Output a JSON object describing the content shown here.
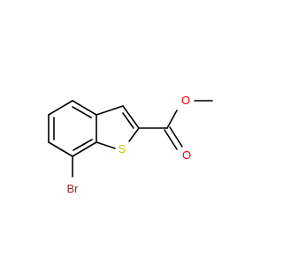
{
  "molecule": {
    "atoms": {
      "sulfur": "S",
      "bromine": "Br",
      "carbonyl_oxygen": "O",
      "ester_oxygen": "O"
    },
    "colors": {
      "bond": "#000000",
      "sulfur": "#c6c600",
      "bromine": "#a52a2a",
      "oxygen": "#ff0000"
    }
  }
}
